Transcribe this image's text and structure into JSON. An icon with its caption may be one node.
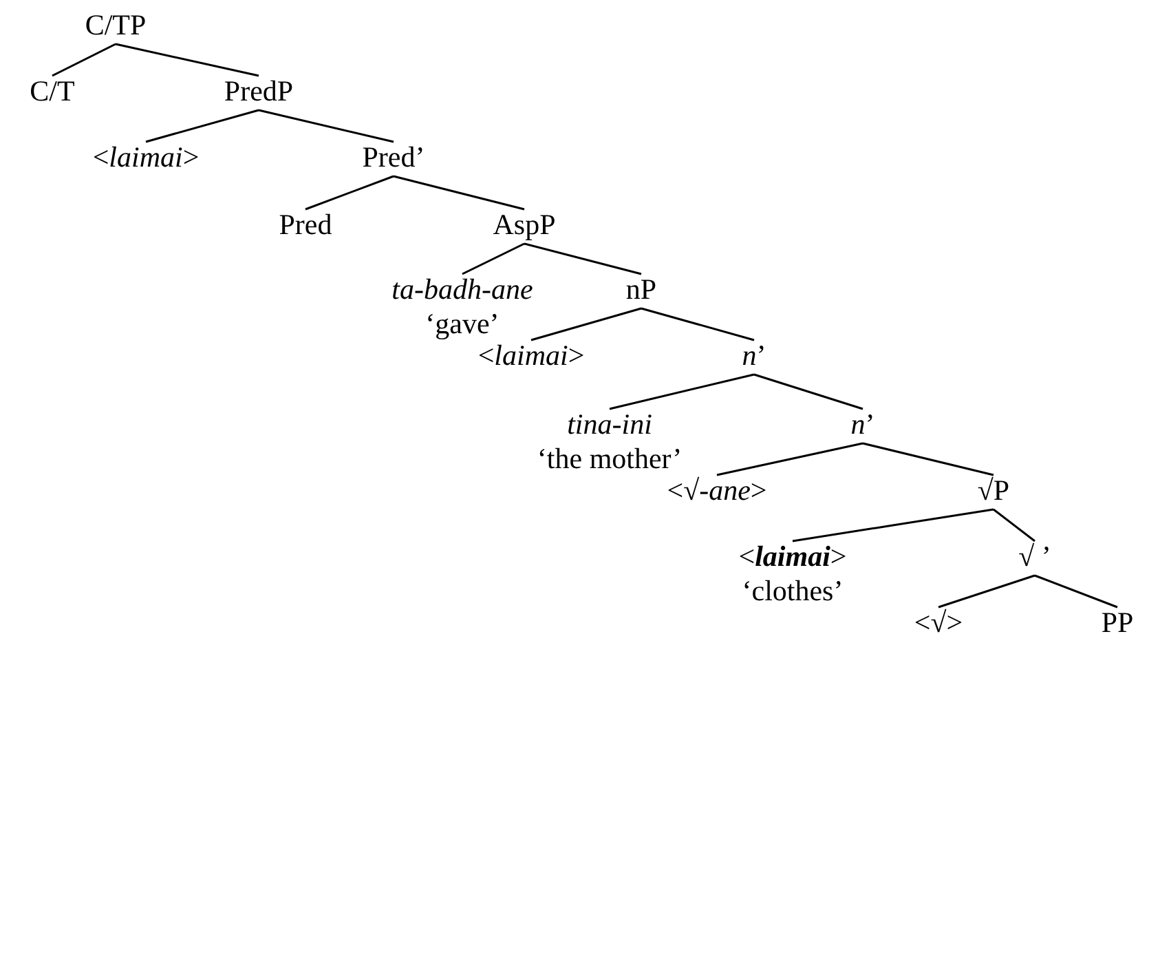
{
  "diagram": {
    "nodes": [
      {
        "text": [
          "C/TP"
        ]
      },
      {
        "text": [
          "C/T"
        ]
      },
      {
        "text": [
          "PredP"
        ]
      },
      {
        "text": [
          "<*laimai*>"
        ]
      },
      {
        "text": [
          "Pred’"
        ]
      },
      {
        "text": [
          "Pred"
        ]
      },
      {
        "text": [
          "AspP"
        ]
      },
      {
        "text": [
          "*ta-badh-ane*",
          "‘gave’"
        ]
      },
      {
        "text": [
          "nP"
        ]
      },
      {
        "text": [
          "<*laimai*>"
        ]
      },
      {
        "text": [
          "*n*’"
        ]
      },
      {
        "text": [
          "*tina-ini*",
          "‘the mother’"
        ]
      },
      {
        "text": [
          "*n*’"
        ]
      },
      {
        "text": [
          "<√-*ane*>"
        ]
      },
      {
        "text": [
          "√P"
        ]
      },
      {
        "text": [
          "<**laimai**>",
          "‘clothes’"
        ]
      },
      {
        "text": [
          "√ ’"
        ]
      },
      {
        "text": [
          "<√>"
        ]
      },
      {
        "text": [
          "PP"
        ]
      }
    ],
    "edges": [
      {
        "from": 0,
        "to": 1,
        "arrow": "none"
      },
      {
        "from": 0,
        "to": 2,
        "arrow": "none"
      },
      {
        "from": 2,
        "to": 3,
        "arrow": "none"
      },
      {
        "from": 2,
        "to": 4,
        "arrow": "none"
      },
      {
        "from": 4,
        "to": 5,
        "arrow": "none"
      },
      {
        "from": 4,
        "to": 6,
        "arrow": "none"
      },
      {
        "from": 6,
        "to": 7,
        "arrow": "none"
      },
      {
        "from": 6,
        "to": 8,
        "arrow": "none"
      },
      {
        "from": 8,
        "to": 9,
        "arrow": "none"
      },
      {
        "from": 8,
        "to": 10,
        "arrow": "none"
      },
      {
        "from": 10,
        "to": 11,
        "arrow": "none"
      },
      {
        "from": 10,
        "to": 12,
        "arrow": "none"
      },
      {
        "from": 12,
        "to": 13,
        "arrow": "none"
      },
      {
        "from": 12,
        "to": 14,
        "arrow": "none"
      },
      {
        "from": 14,
        "to": 15,
        "arrow": "none"
      },
      {
        "from": 14,
        "to": 16,
        "arrow": "none"
      },
      {
        "from": 16,
        "to": 17,
        "arrow": "none"
      },
      {
        "from": 16,
        "to": 18,
        "arrow": "none"
      }
    ]
  }
}
